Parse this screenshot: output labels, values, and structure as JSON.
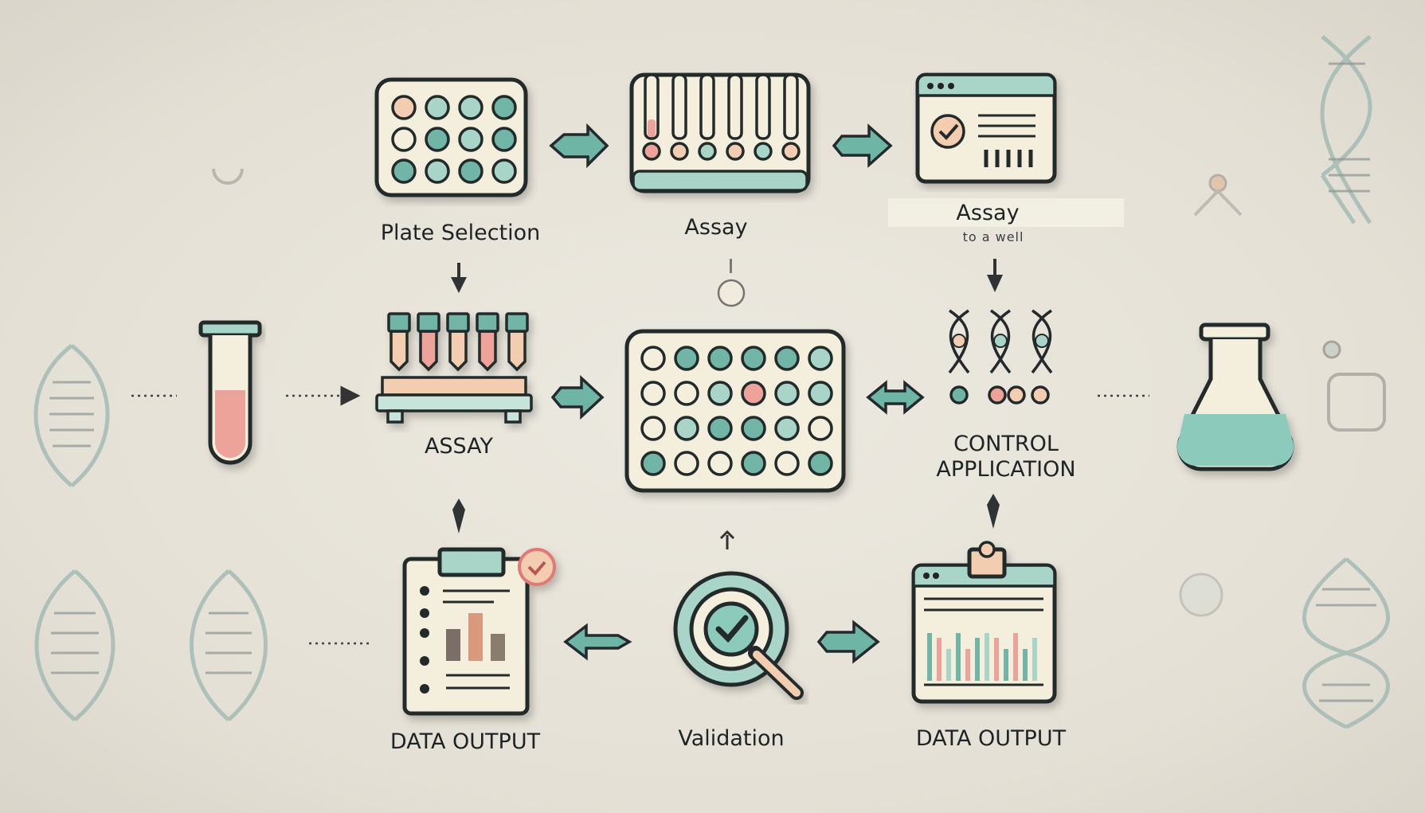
{
  "labels": {
    "plate_selection": "Plate Selection",
    "assay_top": "Assay",
    "assay_box": "Assay",
    "assay_box_sub": "to a well",
    "assay_middle": "ASSAY",
    "control_line1": "CONTROL",
    "control_line2": "APPLICATION",
    "data_output_left": "DATA OUTPUT",
    "validation": "Validation",
    "data_output_right": "DATA OUTPUT"
  },
  "colors": {
    "teal": "#6fb5a5",
    "teal_light": "#a8d5c8",
    "pink": "#eea39a",
    "peach": "#f3cdb0",
    "cream": "#f4eedd",
    "outline": "#24292c"
  }
}
